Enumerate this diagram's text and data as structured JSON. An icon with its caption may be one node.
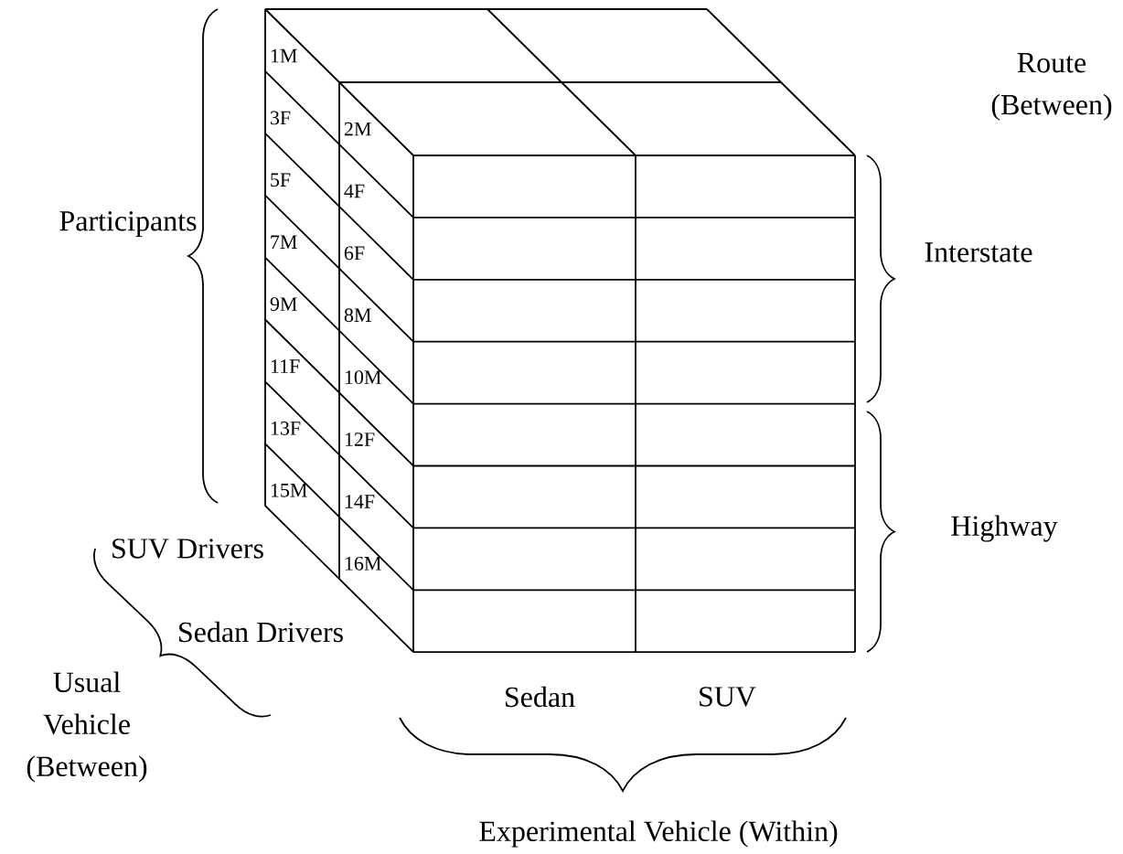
{
  "diagram": {
    "labels": [
      "1M",
      "Route (Between)",
      "3F",
      "2M",
      "5F",
      "4F",
      "Participants",
      "7M",
      "6F",
      "Interstate",
      "9M",
      "8M",
      "11F",
      "10M",
      "13F",
      "12F",
      "15M",
      "14F",
      "Highway",
      "SUV Drivers",
      "16M",
      "Sedan Drivers",
      "Usual Vehicle (Between)",
      "Sedan",
      "SUV",
      "Experimental Vehicle (Within)"
    ]
  }
}
